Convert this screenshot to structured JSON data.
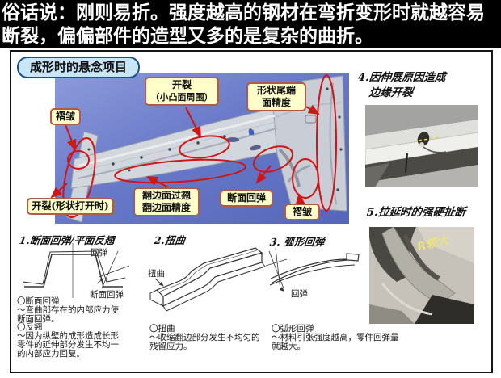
{
  "banner": {
    "text": "俗话说：刚则易折。强度越高的钢材在弯折变形时就越容易断裂，偏偏部件的造型又多的是复杂的曲折。"
  },
  "panel_title": "成形时的悬念项目",
  "photo_labels": {
    "wrinkle_left": "褶皱",
    "crack_top_line1": "开裂",
    "crack_top_line2": "（小凸面周围）",
    "shape_tail_line1": "形状尾端",
    "shape_tail_line2": "面精度",
    "crack_open": "开裂(形状打开时)",
    "flange_line1": "翻边面过翘",
    "flange_line2": "翻边面精度",
    "section_springback": "断面回弹",
    "wrinkle_right": "褶皱"
  },
  "right_column": {
    "item4_line1": "4.因伸展原因造成",
    "item4_line2": "边缘开裂",
    "item5_title": "5.拉延时的强硬扯断",
    "photo2_annotation": "R较大"
  },
  "sections": [
    {
      "title": "1.断面回弹/平面反翘",
      "labels": {
        "top": "回弹",
        "bottom": "断面回弹"
      },
      "body": [
        {
          "head": "〇断面回弹",
          "text": "～弯曲部存在的内部应力使断面回弹。"
        },
        {
          "head": "〇反翘",
          "text": "～因为纵壁的成形造成长形零件的延伸部分发生不均一的内部应力回复。"
        }
      ]
    },
    {
      "title": "2.扭曲",
      "labels": {
        "left": "扭曲"
      },
      "body": [
        {
          "head": "〇扭曲",
          "text": "～收缩翻边部分发生不均匀的残留应力。"
        }
      ]
    },
    {
      "title": "3. 弧形回弹",
      "labels": {
        "mid": "回弹"
      },
      "body": [
        {
          "head": "〇弧形回弹",
          "text": "～材料引张强度越高，零件回弹量就越大。"
        }
      ]
    }
  ],
  "colors": {
    "annotation_red": "#cf1515",
    "label_bg": "#ffffc9",
    "label_border": "#b35948",
    "bubble_bg": "#c9e6f6",
    "bubble_border": "#1d4f85",
    "photo_background_blue": "#6a7ac9"
  }
}
